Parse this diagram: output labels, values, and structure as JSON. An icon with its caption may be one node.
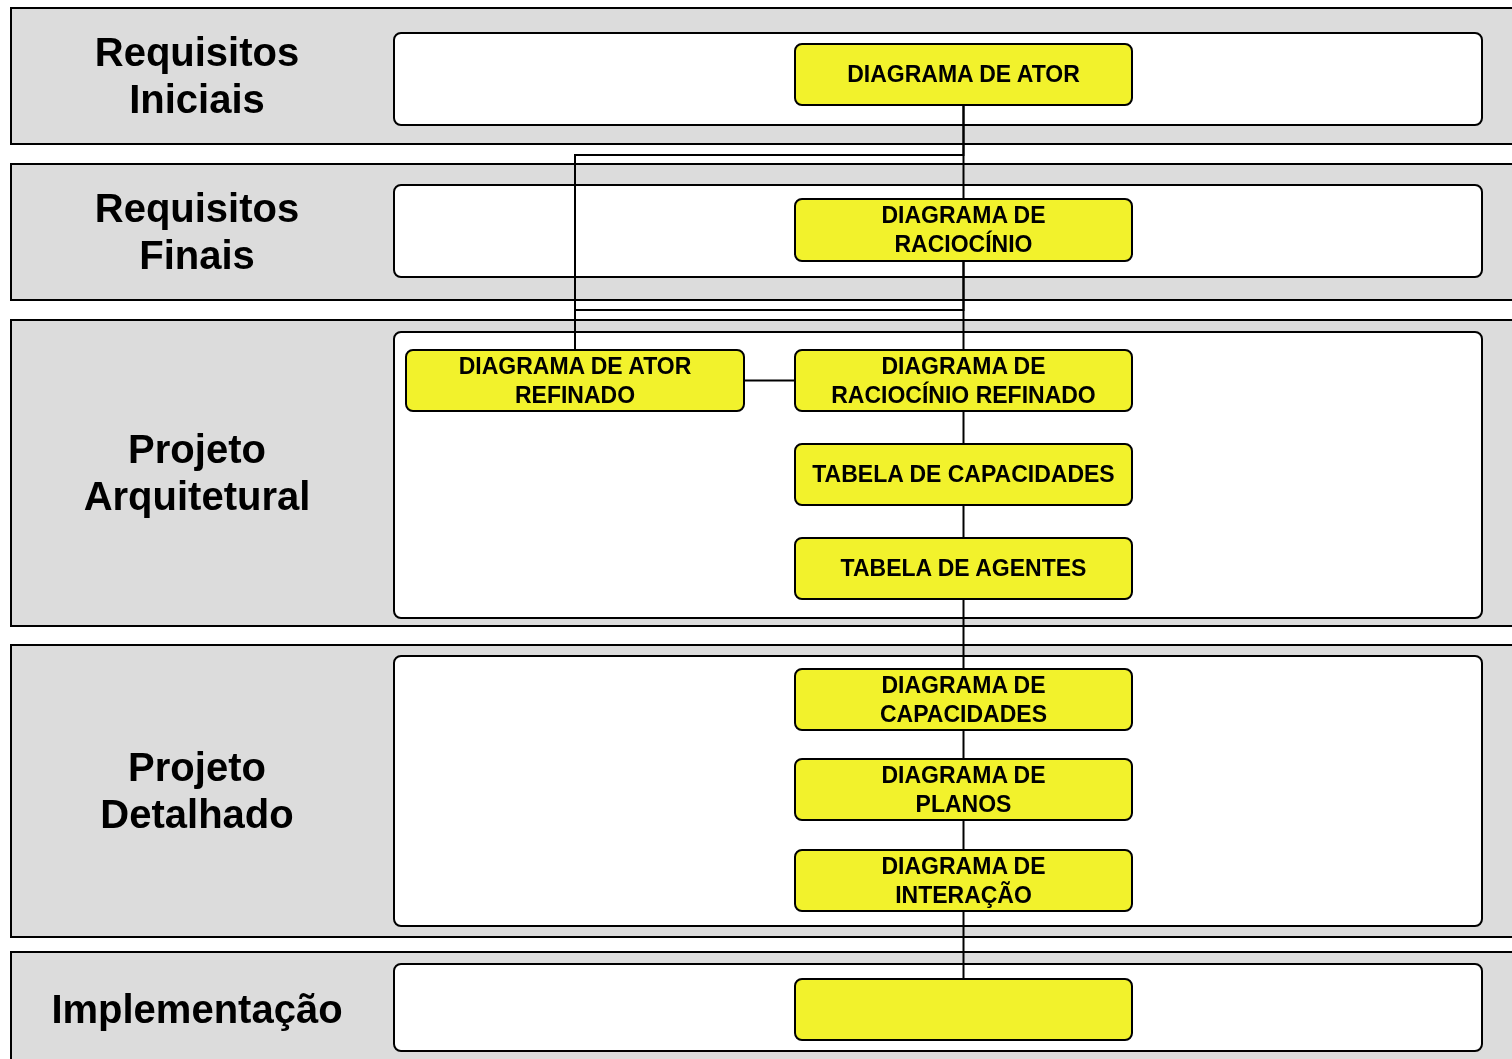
{
  "diagram": {
    "nodes": [
      {
        "text": [
          "Requisitos Iniciais"
        ]
      },
      {
        "text": [
          "DIAGRAMA DE ATOR"
        ],
        "in": 0
      },
      {
        "text": [
          "Requisitos Finais"
        ]
      },
      {
        "text": [
          "DIAGRAMA DE RACIOCÍNIO"
        ],
        "in": 2
      },
      {
        "text": [
          "Projeto Arquitetural"
        ]
      },
      {
        "text": [
          "DIAGRAMA DE ATOR REFINADO"
        ],
        "in": 4
      },
      {
        "text": [
          "DIAGRAMA DE RACIOCÍNIO REFINADO"
        ],
        "in": 4
      },
      {
        "text": [
          "TABELA DE CAPACIDADES"
        ],
        "in": 4
      },
      {
        "text": [
          "TABELA DE AGENTES"
        ],
        "in": 4
      },
      {
        "text": [
          "Projeto Detalhado"
        ]
      },
      {
        "text": [
          "DIAGRAMA DE CAPACIDADES"
        ],
        "in": 9
      },
      {
        "text": [
          "DIAGRAMA DE PLANOS"
        ],
        "in": 9
      },
      {
        "text": [
          "DIAGRAMA DE INTERAÇÃO"
        ],
        "in": 9
      },
      {
        "text": [
          "Implementação"
        ]
      },
      {
        "text": [],
        "shape": "box",
        "in": 13
      }
    ],
    "edges": [
      {
        "from": 1,
        "to": 3,
        "arrow": "none"
      },
      {
        "from": 1,
        "to": 5,
        "arrow": "none"
      },
      {
        "from": 3,
        "to": 5,
        "arrow": "none"
      },
      {
        "from": 3,
        "to": 6,
        "arrow": "none"
      },
      {
        "from": 5,
        "to": 6,
        "arrow": "none"
      },
      {
        "from": 6,
        "to": 7,
        "arrow": "none"
      },
      {
        "from": 7,
        "to": 8,
        "arrow": "none"
      },
      {
        "from": 8,
        "to": 10,
        "arrow": "none"
      },
      {
        "from": 10,
        "to": 11,
        "arrow": "none"
      },
      {
        "from": 11,
        "to": 12,
        "arrow": "none"
      },
      {
        "from": 12,
        "to": 14,
        "arrow": "none"
      }
    ]
  }
}
